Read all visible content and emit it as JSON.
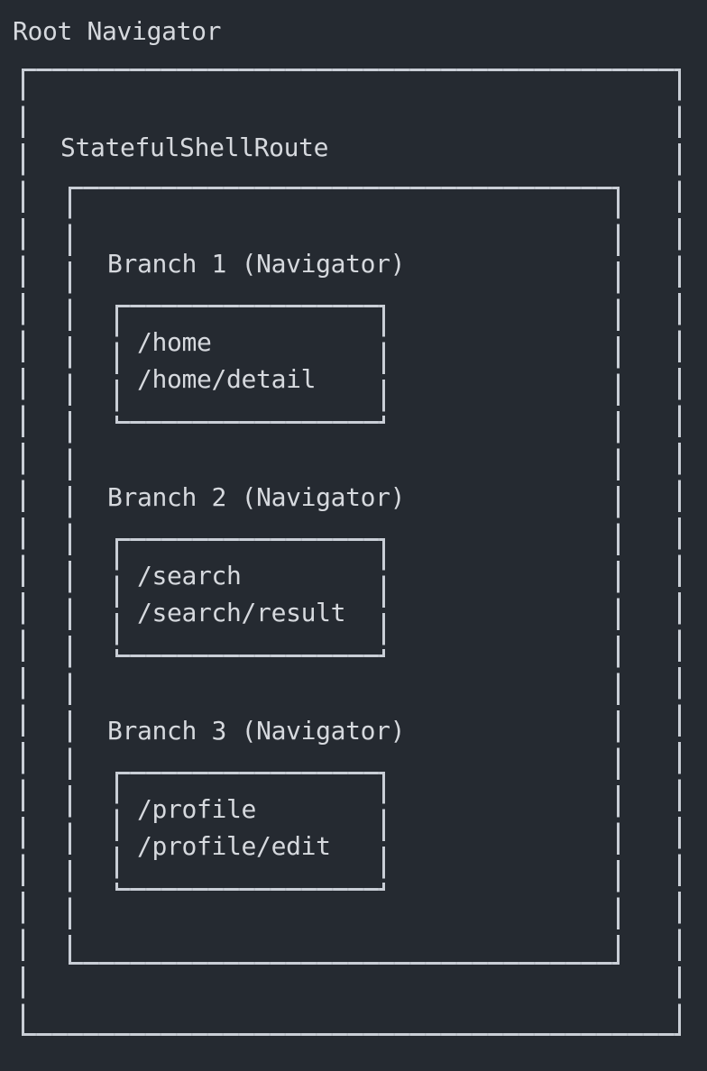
{
  "diagram": {
    "title": "Root Navigator",
    "type": "nested-navigation-architecture",
    "colors": {
      "background": "#252a31",
      "line": "#c9ced6",
      "text": "#d6d9de"
    },
    "shell": {
      "title": "StatefulShellRoute",
      "branches": [
        {
          "title": "Branch 1 (Navigator)",
          "routes": [
            "/home",
            "/home/detail"
          ]
        },
        {
          "title": "Branch 2 (Navigator)",
          "routes": [
            "/search",
            "/search/result"
          ]
        },
        {
          "title": "Branch 3 (Navigator)",
          "routes": [
            "/profile",
            "/profile/edit"
          ]
        }
      ]
    }
  }
}
